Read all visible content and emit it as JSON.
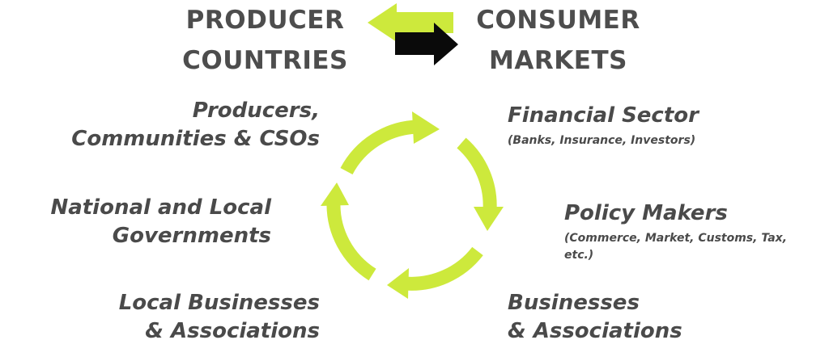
{
  "header": {
    "producer_line1": "PRODUCER",
    "producer_line2": "COUNTRIES",
    "consumer_line1": "CONSUMER",
    "consumer_line2": "MARKETS"
  },
  "left_labels": [
    {
      "lines": [
        "Producers,",
        "Communities & CSOs"
      ]
    },
    {
      "lines": [
        "National and Local",
        "Governments"
      ]
    },
    {
      "lines": [
        "Local Businesses",
        "& Associations"
      ]
    }
  ],
  "right_labels": [
    {
      "title": "Financial Sector",
      "subtitle": "(Banks, Insurance, Investors)"
    },
    {
      "title": "Policy Makers",
      "subtitle_lines": [
        "(Commerce, Market, Customs, Tax,",
        "etc.)"
      ]
    },
    {
      "lines": [
        "Businesses",
        "& Associations"
      ]
    }
  ],
  "colors": {
    "accent_green": "#cde93c",
    "arrow_black": "#0a0a0a",
    "text_gray": "#4a4a4a"
  },
  "icons": {
    "exchange_arrows": "left-right-arrows",
    "cycle": "circular-arrows"
  }
}
